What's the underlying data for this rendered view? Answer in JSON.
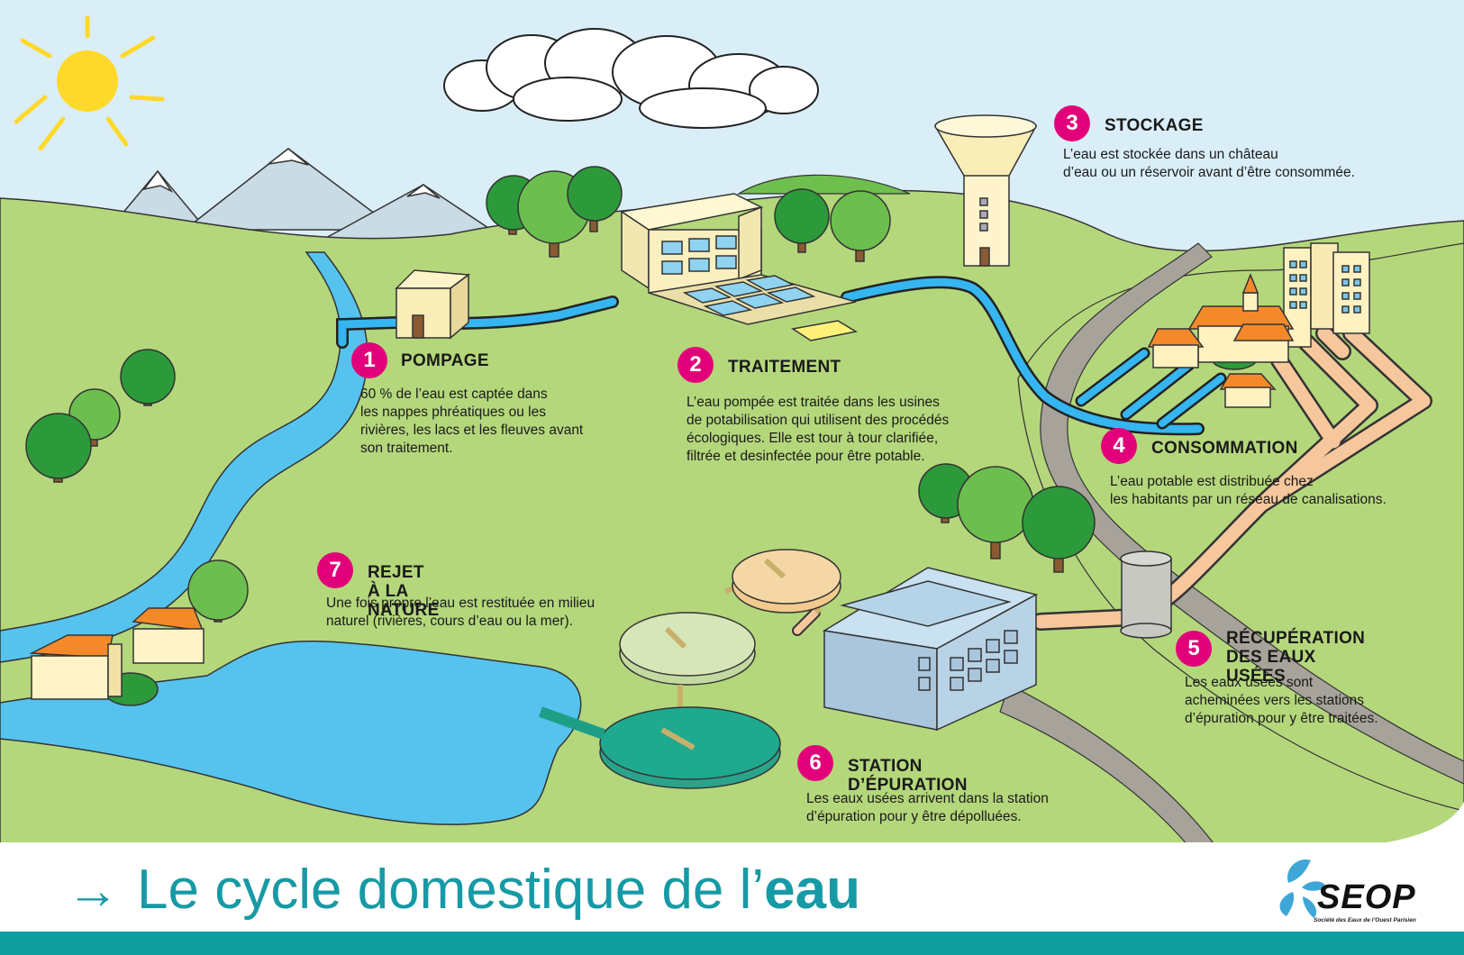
{
  "steps": [
    {
      "number": "1",
      "title": "POMPAGE",
      "text": "60 % de l’eau est captée dans\nles nappes phréatiques ou les\nrivières, les lacs et les fleuves avant\nson traitement."
    },
    {
      "number": "2",
      "title": "TRAITEMENT",
      "text": "L’eau pompée est traitée dans les usines\nde potabilisation qui utilisent des procédés\nécologiques. Elle est tour à tour clarifiée,\nfiltrée et desinfectée pour être potable."
    },
    {
      "number": "3",
      "title": "STOCKAGE",
      "text": "L’eau est stockée dans un château\nd’eau ou un réservoir avant d’être consommée."
    },
    {
      "number": "4",
      "title": "CONSOMMATION",
      "text": "L’eau potable est distribuée chez\nles habitants par un réseau de canalisations."
    },
    {
      "number": "5",
      "title": "RÉCUPÉRATION\nDES EAUX USÉES",
      "text": "Les eaux usées sont\nacheminées vers les stations\nd’épuration pour y être traitées."
    },
    {
      "number": "6",
      "title": "STATION D’ÉPURATION",
      "text": "Les eaux usées arrivent dans la station\nd’épuration pour y être dépolluées."
    },
    {
      "number": "7",
      "title": "REJET À LA NATURE",
      "text": "Une fois propre l’eau est restituée en milieu\nnaturel (rivières, cours d’eau ou la mer)."
    }
  ],
  "footer": {
    "arrow": "→",
    "title_main": "Le cycle domestique de l’",
    "title_bold": "eau"
  },
  "logo": {
    "name": "SEOP",
    "subtitle": "Société des Eaux de l’Ouest Parisien"
  },
  "colors": {
    "badge": "#e2007a",
    "sky": "#daeef8",
    "grass": "#b4d77c",
    "water": "#55c3ee",
    "footer_accent": "#0f9e9d"
  },
  "icons": [
    "sun-icon",
    "cloud-icon",
    "arrow-right-icon",
    "seop-drop-logo-icon"
  ]
}
